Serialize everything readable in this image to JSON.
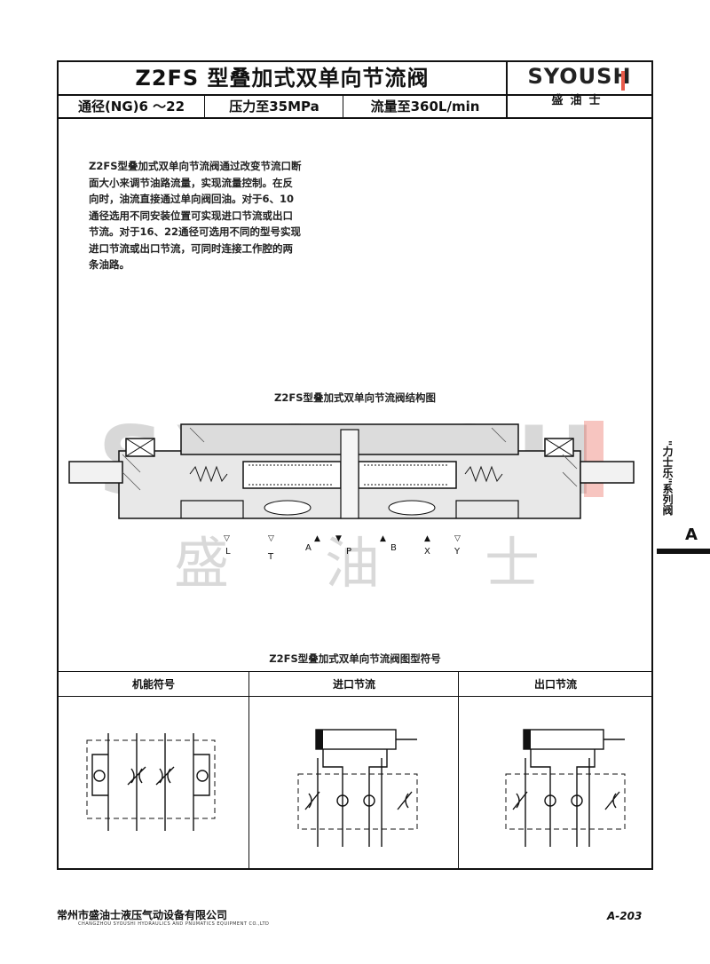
{
  "header": {
    "title": "Z2FS 型叠加式双单向节流阀",
    "specs": [
      "通径(NG)6 ～22",
      "压力至35MPa",
      "流量至360L/min"
    ],
    "brand": "SYOUSH",
    "brand_cn": "盛油士"
  },
  "description": "Z2FS型叠加式双单向节流阀通过改变节流口断面大小来调节油路流量，实现流量控制。在反向时，油流直接通过单向阀回油。对于6、10通径选用不同安装位置可实现进口节流或出口节流。对于16、22通径可选用不同的型号实现进口节流或出口节流，可同时连接工作腔的两条油路。",
  "figures": {
    "structure_caption": "Z2FS型叠加式双单向节流阀结构图",
    "symbol_caption": "Z2FS型叠加式双单向节流阀图型符号",
    "ports": [
      "L",
      "T",
      "A",
      "P",
      "B",
      "X",
      "Y"
    ],
    "watermark_text": "SYOUSH",
    "watermark_cn": [
      "盛",
      "油",
      "士"
    ]
  },
  "symbols_table": {
    "columns": [
      "机能符号",
      "进口节流",
      "出口节流"
    ]
  },
  "sidebar": {
    "series_label": "\"力士乐\"系列阀",
    "section_letter": "A"
  },
  "footer": {
    "company_cn": "常州市盛油士液压气动设备有限公司",
    "company_en": "CHANGZHOU SYOUSHI HYDRAULICS AND PNUMATICS EQUIPMENT CO.,LTD",
    "page_number": "A-203"
  },
  "colors": {
    "watermark_gray": "#b9b9b9",
    "watermark_red": "#e85a4a",
    "line": "#111111"
  }
}
